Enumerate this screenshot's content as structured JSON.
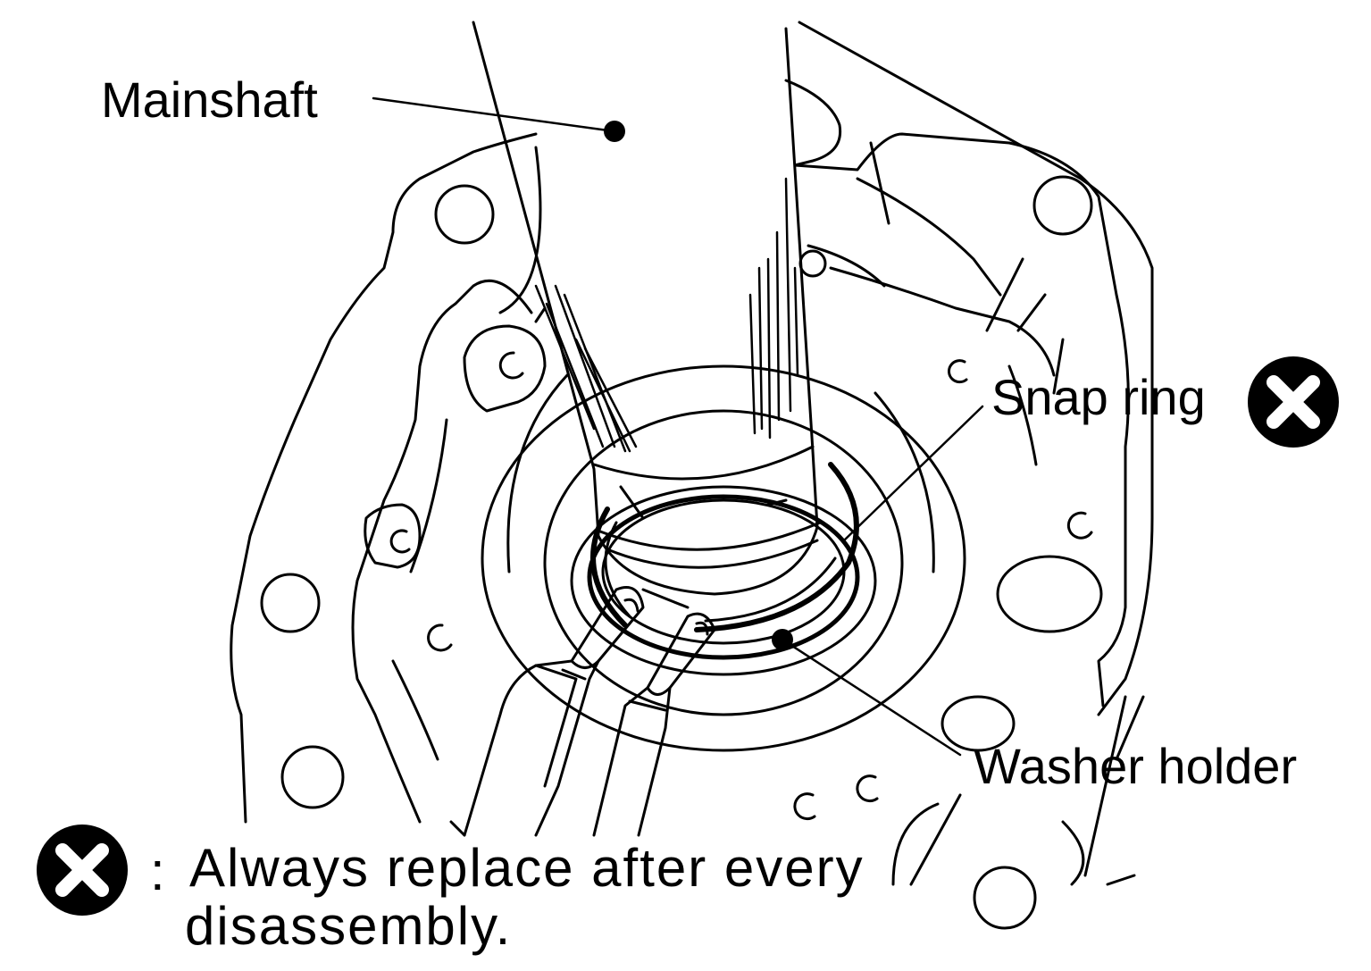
{
  "callouts": {
    "mainshaft": "Mainshaft",
    "snap_ring": "Snap ring",
    "washer_holder": "Washer holder"
  },
  "legend": {
    "separator": ":",
    "line1": "Always replace after every",
    "line2": "disassembly."
  },
  "colors": {
    "ink": "#000000",
    "paper": "#ffffff"
  },
  "icons": {
    "replace_marker": "circle-x-icon"
  }
}
